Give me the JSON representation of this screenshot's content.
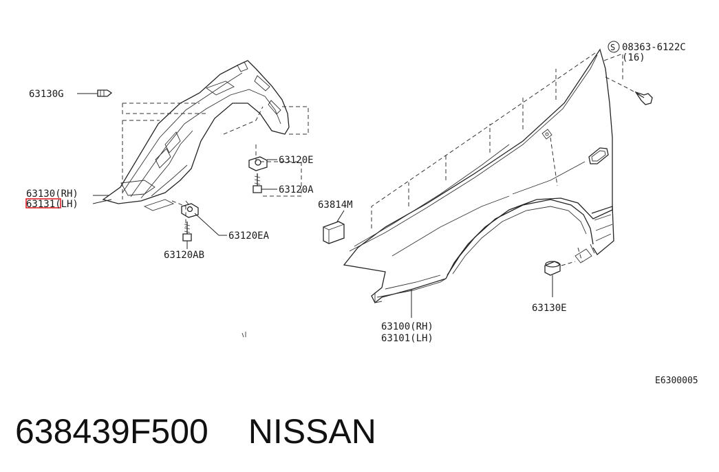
{
  "labels": {
    "clip_top": "63130G",
    "liner_rh": "63130(RH)",
    "liner_lh": "63131(LH)",
    "nut_e": "63120E",
    "screw_a": "63120A",
    "nut_ea": "63120EA",
    "screw_ab": "63120AB",
    "pad": "63814M",
    "bolt_code": "S",
    "bolt": "08363-6122C",
    "bolt_qty": "(16)",
    "fender_rh": "63100(RH)",
    "fender_lh": "63101(LH)",
    "grommet": "63130E",
    "drawing_id": "E6300005"
  },
  "highlight_color": "#e0202a",
  "caption": {
    "part_number": "638439F500",
    "brand": "NISSAN"
  }
}
